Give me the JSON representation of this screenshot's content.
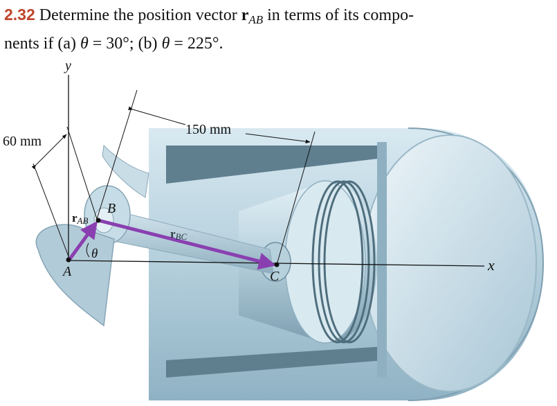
{
  "problem": {
    "number": "2.32",
    "line1_prefix": "Determine the position vector",
    "vector_symbol": "r",
    "vector_subscript": "AB",
    "line1_suffix": "in terms of its compo-",
    "line2_prefix": "nents if (a)",
    "theta": "θ",
    "eq_a": "= 30°; (b)",
    "eq_b": "= 225°."
  },
  "figure": {
    "y_axis_label": "y",
    "x_axis_label": "x",
    "dim_60": "60 mm",
    "dim_150": "150 mm",
    "point_A": "A",
    "point_B": "B",
    "point_C": "C",
    "vec_rab_main": "r",
    "vec_rab_sub": "AB",
    "vec_rbc_main": "r",
    "vec_rbc_sub": "BC",
    "angle_label": "θ",
    "colors": {
      "vector": "#8a3fb0",
      "metal": "#bcd6e2",
      "problem_number": "#c0442c"
    }
  }
}
